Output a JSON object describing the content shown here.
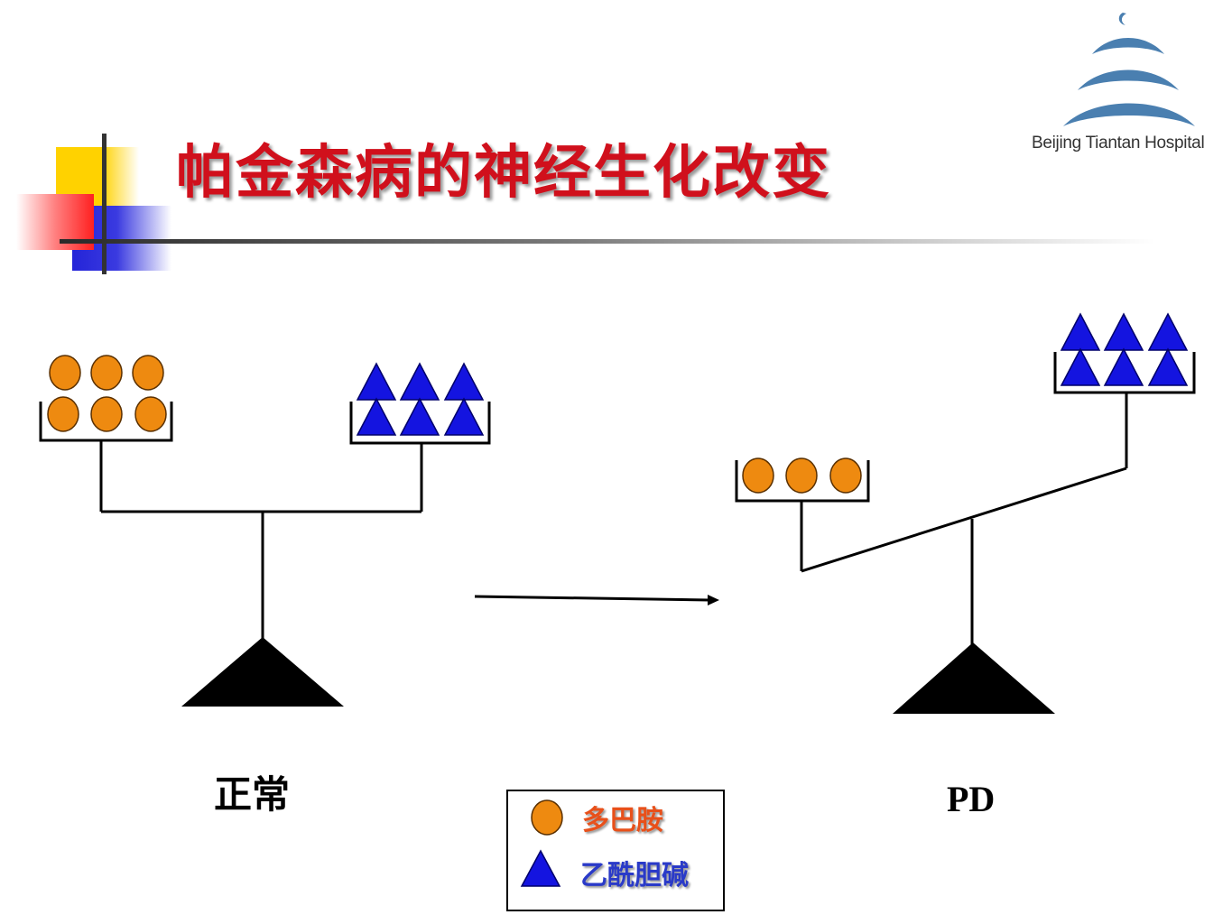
{
  "slide": {
    "title": "帕金森病的神经生化改变"
  },
  "logo": {
    "name": "Beijing Tiantan Hospital",
    "icon": "temple-of-heaven-icon"
  },
  "states": {
    "normal": {
      "label": "正常",
      "dopamine_units": 6,
      "acetylcholine_units": 6,
      "balance": "level"
    },
    "pd": {
      "label": "PD",
      "dopamine_units": 3,
      "acetylcholine_units": 6,
      "balance": "tilted toward acetylcholine"
    }
  },
  "legend": {
    "dopamine": {
      "label": "多巴胺",
      "icon": "orange-circle-icon",
      "color": "#e88a0c"
    },
    "acetylcholine": {
      "label": "乙酰胆碱",
      "icon": "blue-triangle-icon",
      "color": "#1010d8"
    }
  },
  "colors": {
    "title": "#d0101c",
    "dopamine_label": "#e8501a",
    "acetylcholine_label": "#2a3ac8"
  }
}
